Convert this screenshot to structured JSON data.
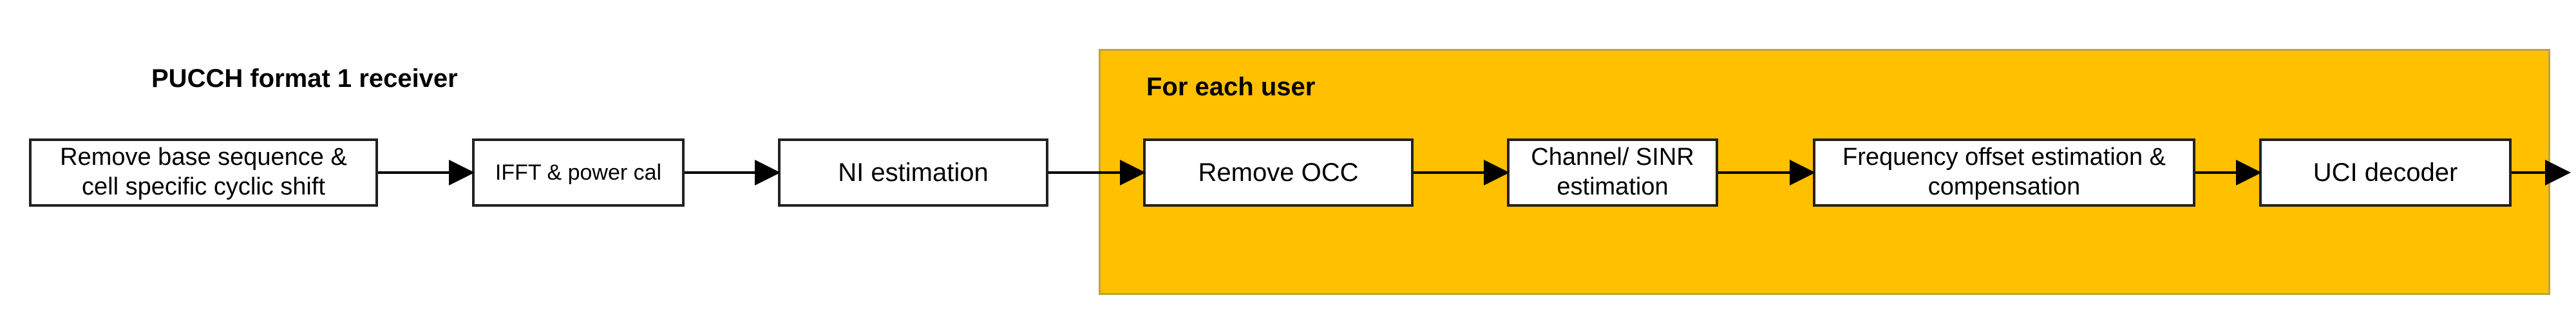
{
  "diagram": {
    "title": "PUCCH format 1 receiver",
    "user_group_label": "For each user",
    "colors": {
      "panel_fill": "#ffc000",
      "panel_border": "#b8a63a",
      "block_border": "#222222",
      "block_fill": "#ffffff",
      "arrow": "#000000"
    },
    "blocks": [
      {
        "text": "Remove base sequence & cell specific cyclic shift"
      },
      {
        "text": "IFFT & power cal"
      },
      {
        "text": "NI estimation"
      },
      {
        "text": "Remove OCC"
      },
      {
        "text": "Channel/ SINR estimation"
      },
      {
        "text": "Frequency offset estimation & compensation"
      },
      {
        "text": "UCI decoder"
      }
    ],
    "flow": [
      [
        "Remove base sequence & cell specific cyclic shift",
        "IFFT & power cal"
      ],
      [
        "IFFT & power cal",
        "NI estimation"
      ],
      [
        "NI estimation",
        "Remove OCC"
      ],
      [
        "Remove OCC",
        "Channel/ SINR estimation"
      ],
      [
        "Channel/ SINR estimation",
        "Frequency offset estimation & compensation"
      ],
      [
        "Frequency offset estimation & compensation",
        "UCI decoder"
      ]
    ]
  }
}
